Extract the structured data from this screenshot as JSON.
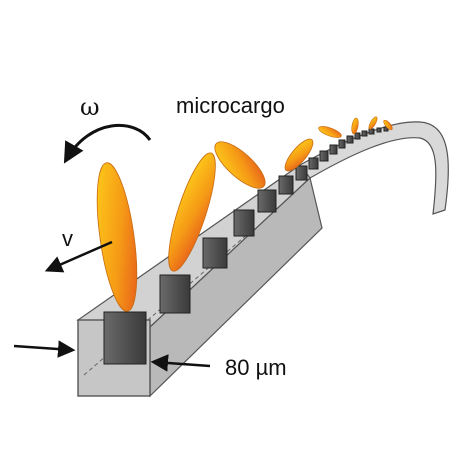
{
  "labels": {
    "omega": "ω",
    "velocity": "v",
    "microcargo": "microcargo",
    "width": "80 µm"
  },
  "colors": {
    "channel_fill": "#c9c9c9",
    "channel_edge": "#555555",
    "pillar": "#4a4a4a",
    "cargo_outer": "#f7a800",
    "cargo_inner": "#ef6a1a"
  }
}
